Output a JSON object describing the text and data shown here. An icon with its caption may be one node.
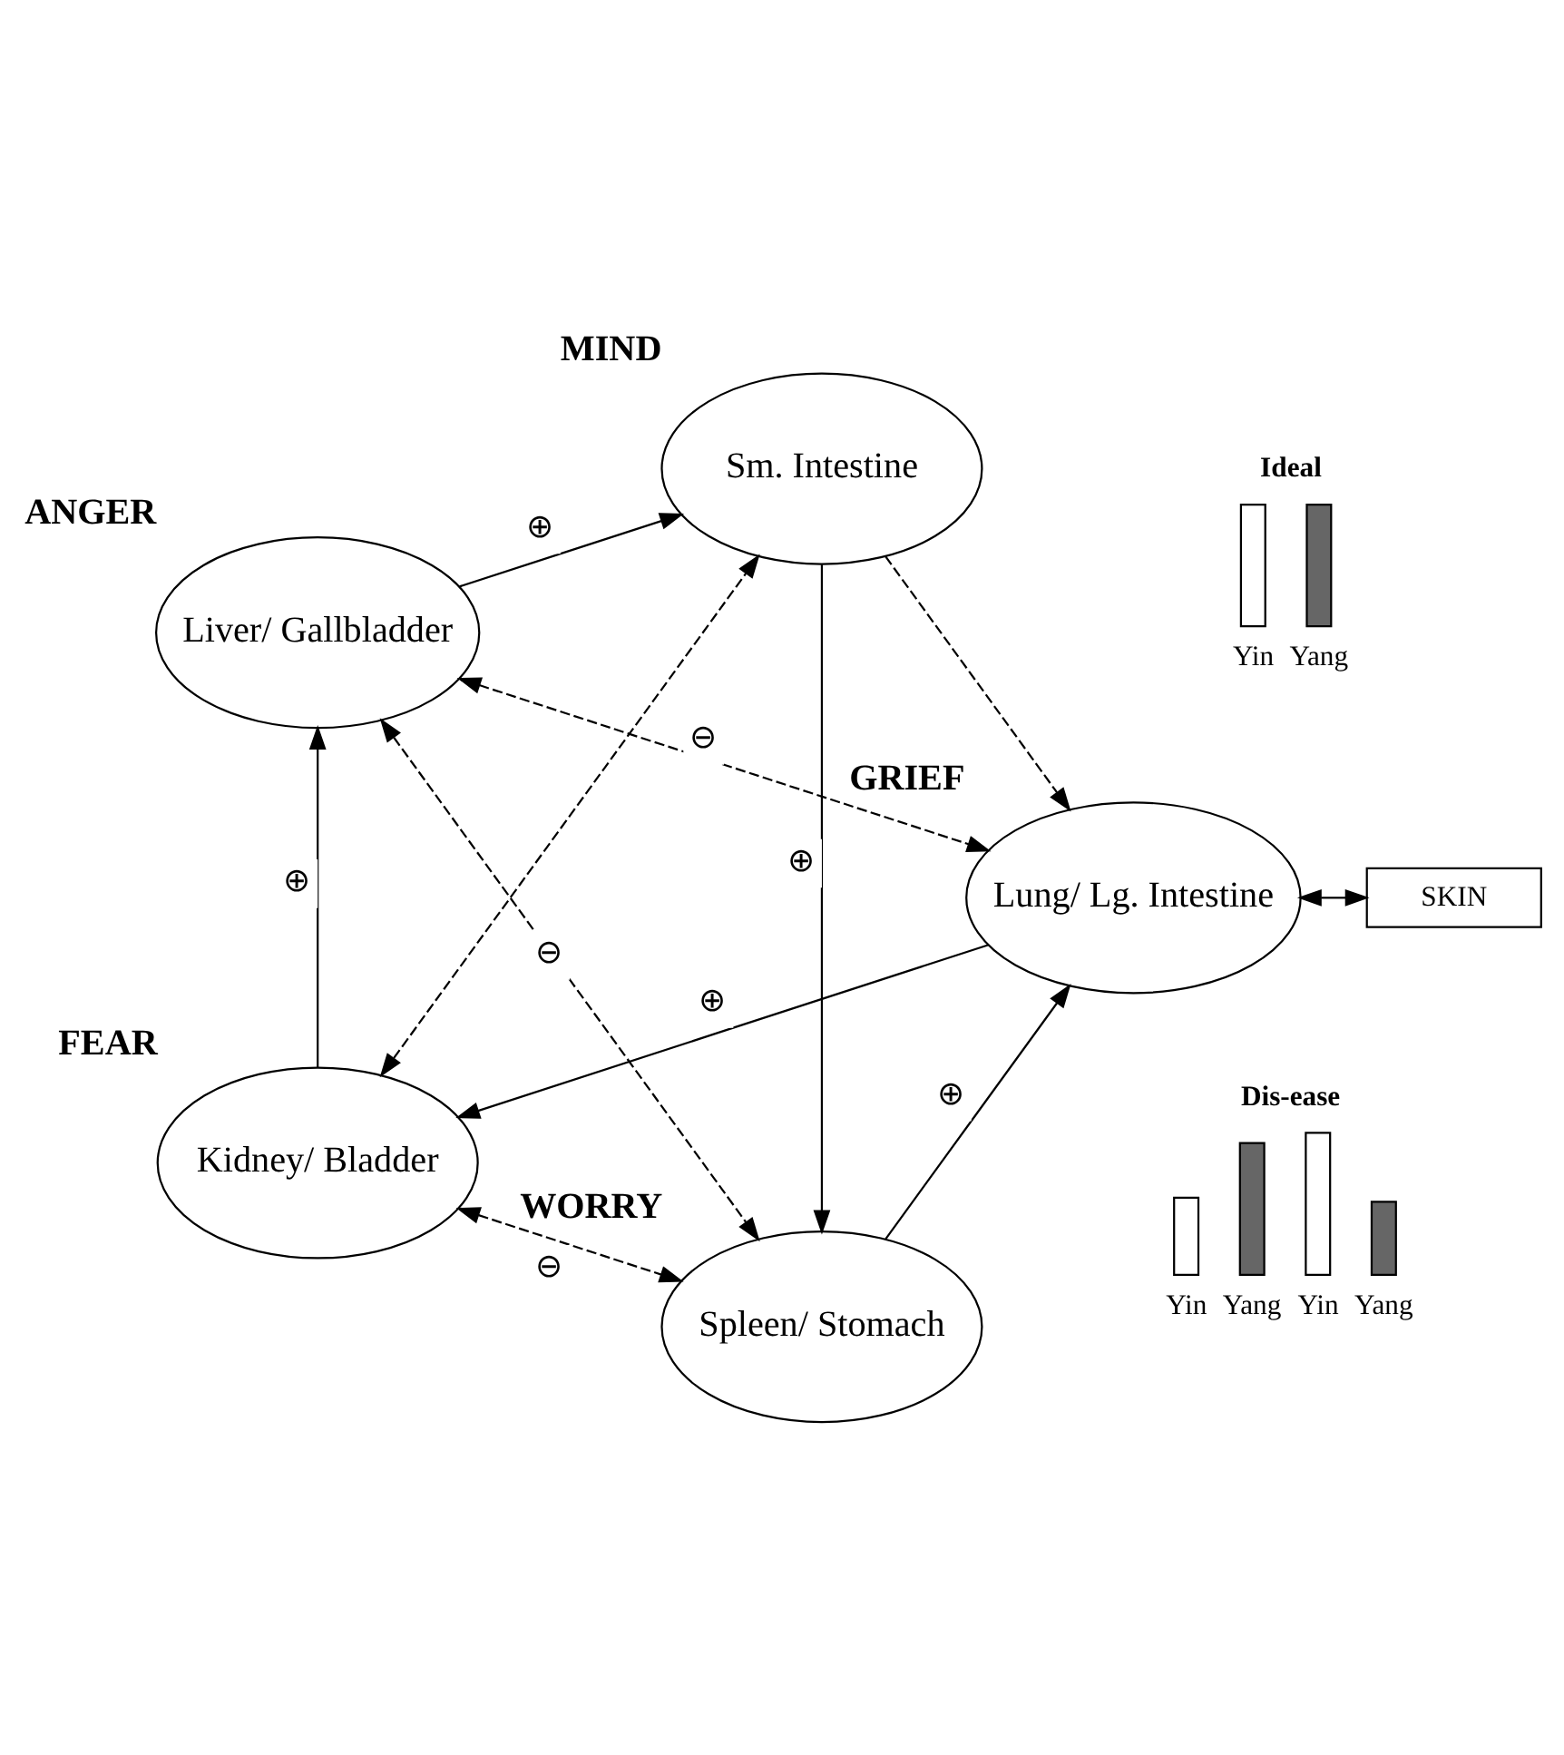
{
  "diagram": {
    "nodes": [
      {
        "text": [
          "Sm. Intestine"
        ],
        "beside": [
          "MIND"
        ]
      },
      {
        "text": [
          "Liver/ Gallbladder"
        ],
        "beside": [
          "ANGER"
        ]
      },
      {
        "text": [
          "Spleen/ Stomach"
        ],
        "beside": [
          "WORRY"
        ]
      },
      {
        "text": [
          "Kidney/ Bladder"
        ],
        "beside": [
          "FEAR"
        ]
      },
      {
        "text": [
          "Lung/ Lg. Intestine"
        ],
        "beside": [
          "GRIEF"
        ]
      },
      {
        "text": [
          "SKIN"
        ]
      }
    ],
    "edges": [
      {
        "from": 1,
        "to": 0,
        "arrow": "to",
        "label": "⊕"
      },
      {
        "from": 0,
        "to": 2,
        "arrow": "to",
        "label": "⊕"
      },
      {
        "from": 2,
        "to": 4,
        "arrow": "to",
        "label": "⊕"
      },
      {
        "from": 4,
        "to": 3,
        "arrow": "to",
        "label": "⊕"
      },
      {
        "from": 3,
        "to": 1,
        "arrow": "to",
        "label": "⊕"
      },
      {
        "from": 1,
        "to": 2,
        "arrow": "both",
        "style": "dashed",
        "label": "⊖"
      },
      {
        "from": 1,
        "to": 4,
        "arrow": "both",
        "style": "dashed",
        "label": "⊖"
      },
      {
        "from": 3,
        "to": 2,
        "arrow": "both",
        "style": "dashed",
        "label": "⊖"
      },
      {
        "from": 3,
        "to": 0,
        "arrow": "both",
        "style": "dashed"
      },
      {
        "from": 0,
        "to": 4,
        "arrow": "to",
        "style": "dashed"
      },
      {
        "from": 4,
        "to": 5,
        "arrow": "both"
      }
    ],
    "labels": [
      "Ideal",
      "Dis-ease",
      "Yin",
      "Yang",
      "Yin",
      "Yang",
      "Yin",
      "Yang"
    ]
  }
}
